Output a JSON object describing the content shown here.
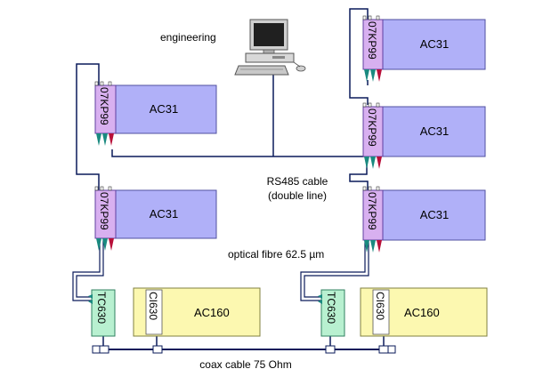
{
  "labels": {
    "engineering": "engineering",
    "rs485_line1": "RS485 cable",
    "rs485_line2": "(double line)",
    "optical": "optical fibre 62.5 µm",
    "coax": "coax cable 75 Ohm"
  },
  "modules": {
    "coupler": "07KP99",
    "cpu": "AC31",
    "tc": "TC630",
    "ci": "CI630",
    "ac160": "AC160"
  },
  "colors": {
    "ac31_fill": "#b0b0f8",
    "coupler_fill": "#d8b0f0",
    "tc_fill": "#b8f0d0",
    "ac160_fill": "#fcf8b0",
    "teal_connector": "#1a8a80",
    "red_connector": "#b8103a",
    "cable": "#0a1a5a"
  },
  "icons": {
    "computer": "desktop-computer-icon"
  }
}
